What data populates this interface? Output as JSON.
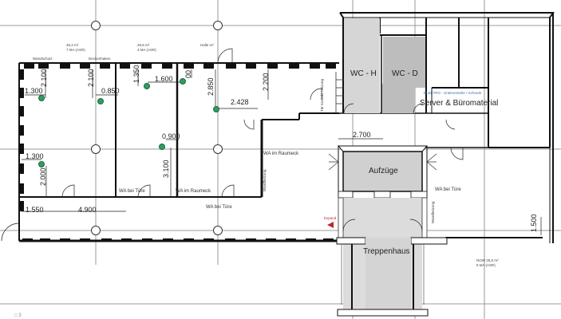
{
  "plan": {
    "rooms": {
      "wc_h": "WC - H",
      "wc_d": "WC - D",
      "server": "Server & Büromaterial",
      "server_note": "ELEKTRO - Unterverteiler / Schrank",
      "aufzuege": "Aufzüge",
      "treppenhaus": "Treppenhaus"
    },
    "area_labels": [
      {
        "line1": "45,2 m²",
        "line2": "7 MA (ASR)"
      },
      {
        "line1": "29,6 m²",
        "line2": "4 MA (ASR)"
      },
      {
        "line1": "Halle m²",
        "line2": ""
      }
    ],
    "top_labels": [
      "Wandschutz",
      "Deckenhaken"
    ],
    "dimensions": {
      "d_1300_top": "1.300",
      "d_2100_a": "2.100",
      "d_2100_b": "2.100",
      "d_0850": "0.850",
      "d_1350": "1.350",
      "d_1600": "1.600",
      "d_00": "00",
      "d_2850": "2.850",
      "d_2428": "2.428",
      "d_2200": "2.200",
      "d_0900": "0.900",
      "d_3100": "3.100",
      "d_1300_mid": "1.300",
      "d_2000": "2.000",
      "d_1550": "1.550",
      "d_4900": "4.900",
      "d_2700": "2.700",
      "d_1500": "1.500"
    },
    "annotations": {
      "wa_bei_tuere_1": "WA bei Türe",
      "wa_im_raumeck_1": "WA im Raumeck",
      "wa_bei_tuere_2": "WA bei Türe",
      "wa_im_raumeck_2": "WA im Raumeck",
      "wa_bei_tuere_3": "WA bei Türe",
      "tuer_kontakt": "Tür Kontakt Heizung",
      "wandheizung": "Wandheizung",
      "expand": "Expand",
      "note_bottom_line1": "NOW 25,5 m²",
      "note_bottom_line2": "6 MA (ASR)",
      "page_marker": "□ 3"
    },
    "colors": {
      "wall": "#111111",
      "grid": "#9a9a9a",
      "wc_h_fill": "#d6d6d6",
      "wc_d_fill": "#bdbdbd",
      "core_fill": "#d0d0d0",
      "stair_fill": "#dcdcdc",
      "marker": "#2e9e5e",
      "exit_arrow": "#c0262b"
    }
  }
}
